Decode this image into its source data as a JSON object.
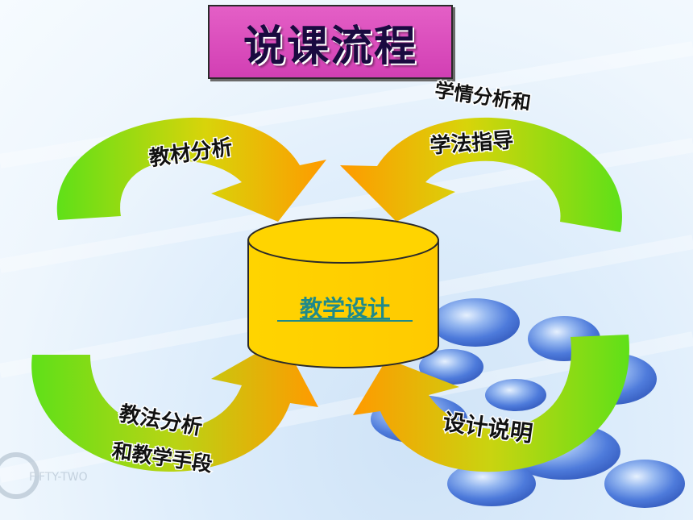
{
  "title": "说课流程",
  "center": {
    "label": "教学设计"
  },
  "labels": {
    "top_left": "教材分析",
    "top_right_line1": "学情分析和",
    "top_right_line2": "学法指导",
    "bottom_left_line1": "教法分析",
    "bottom_left_line2": "和教学手段",
    "bottom_right": "设计说明"
  },
  "watermark": "FIFTY-TWO",
  "colors": {
    "title_bg": "#d94abb",
    "arrow_start": "#5fe018",
    "arrow_mid": "#d8d40a",
    "arrow_end": "#ff9a00",
    "cylinder": "#ffd000",
    "center_text": "#1f8a8a"
  }
}
